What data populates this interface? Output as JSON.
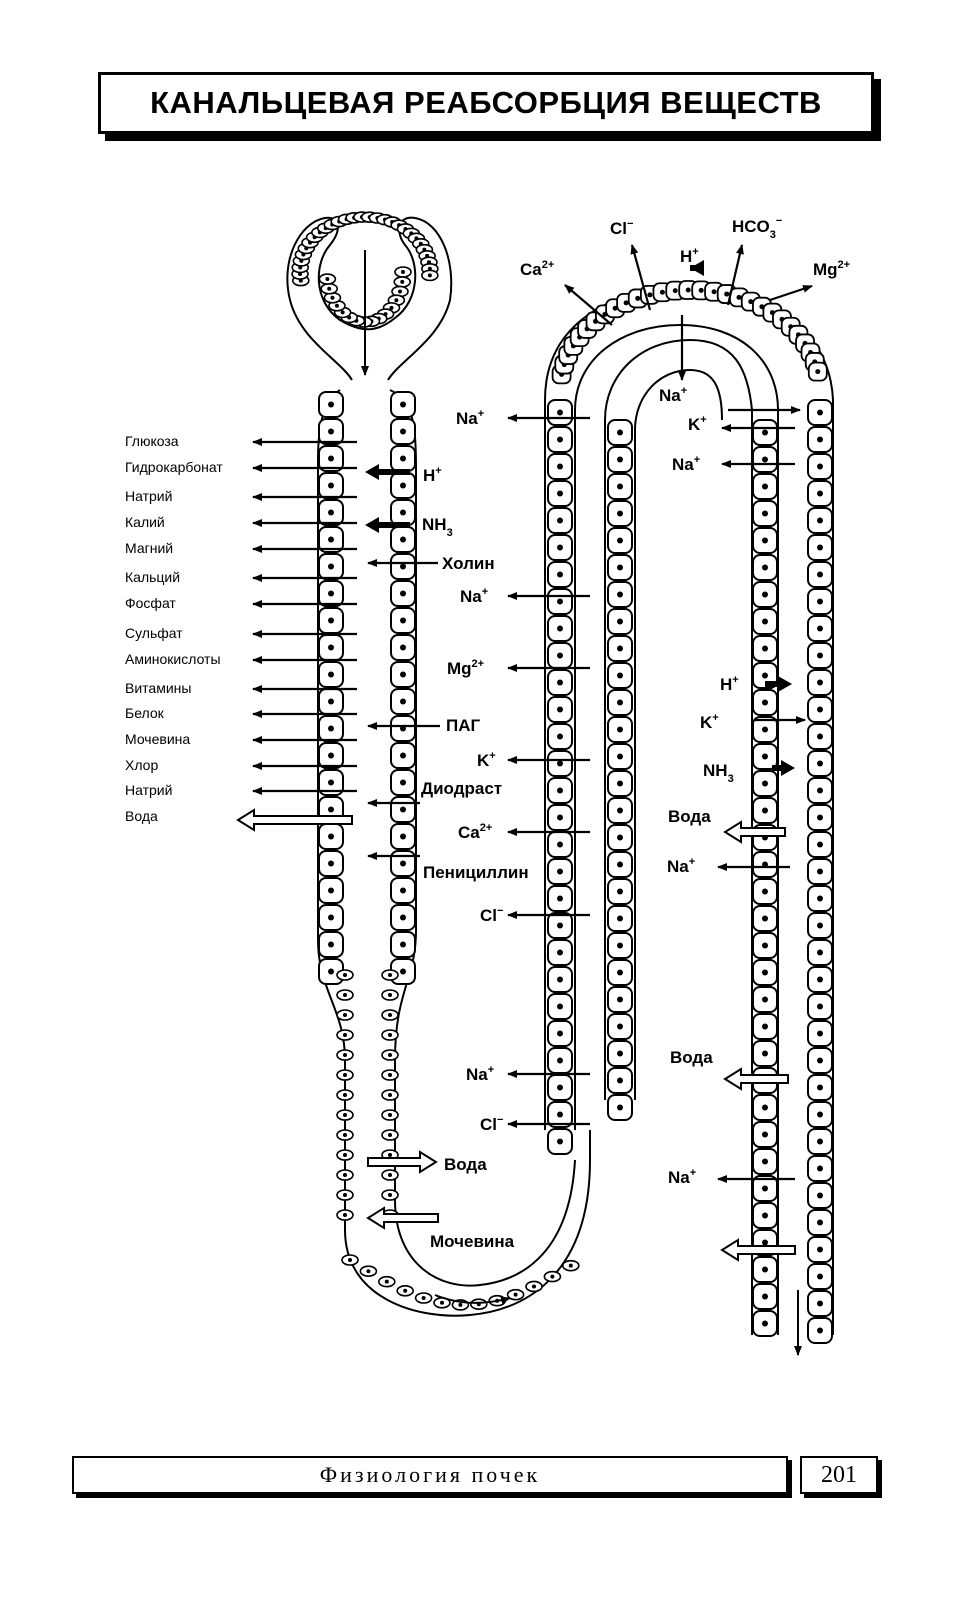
{
  "title": "КАНАЛЬЦЕВАЯ РЕАБСОРБЦИЯ ВЕЩЕСТВ",
  "proximal_reabsorbed": [
    "Глюкоза",
    "Гидрокарбонат",
    "Натрий",
    "Калий",
    "Магний",
    "Кальций",
    "Фосфат",
    "Сульфат",
    "Аминокислоты",
    "Витамины",
    "Белок",
    "Мочевина",
    "Хлор",
    "Натрий",
    "Вода"
  ],
  "proximal_secreted": {
    "h": "H",
    "h_sup": "+",
    "nh3": "NH",
    "nh3_sub": "3",
    "cholin": "Холин",
    "pag": "ПАГ",
    "diodrast": "Диодраст",
    "penicillin": "Пенициллин"
  },
  "loop": {
    "water": "Вода",
    "urea": "Мочевина"
  },
  "ascending_limb": [
    {
      "base": "Na",
      "sup": "+"
    },
    {
      "base": "Na",
      "sup": "+"
    },
    {
      "base": "Mg",
      "sup": "2+"
    },
    {
      "base": "K",
      "sup": "+"
    },
    {
      "base": "Ca",
      "sup": "2+"
    },
    {
      "base": "Cl",
      "sup": "−"
    },
    {
      "base": "Na",
      "sup": "+"
    },
    {
      "base": "Cl",
      "sup": "−"
    }
  ],
  "top_ions": {
    "cl": "Cl",
    "cl_sup": "−",
    "ca": "Ca",
    "ca_sup": "2+",
    "h": "H",
    "h_sup": "+",
    "hco3": "HCO",
    "hco3_sub": "3",
    "hco3_sup": "−",
    "mg": "Mg",
    "mg_sup": "2+"
  },
  "distal": {
    "na1": "Na",
    "na1_sup": "+",
    "k1": "K",
    "k1_sup": "+",
    "na2": "Na",
    "na2_sup": "+",
    "h": "H",
    "h_sup": "+",
    "k2": "K",
    "k2_sup": "+",
    "nh3": "NH",
    "nh3_sub": "3",
    "water1": "Вода",
    "na3": "Na",
    "na3_sup": "+",
    "water2": "Вода",
    "na4": "Na",
    "na4_sup": "+"
  },
  "footer": {
    "text": "Физиология почек",
    "page": "201"
  }
}
